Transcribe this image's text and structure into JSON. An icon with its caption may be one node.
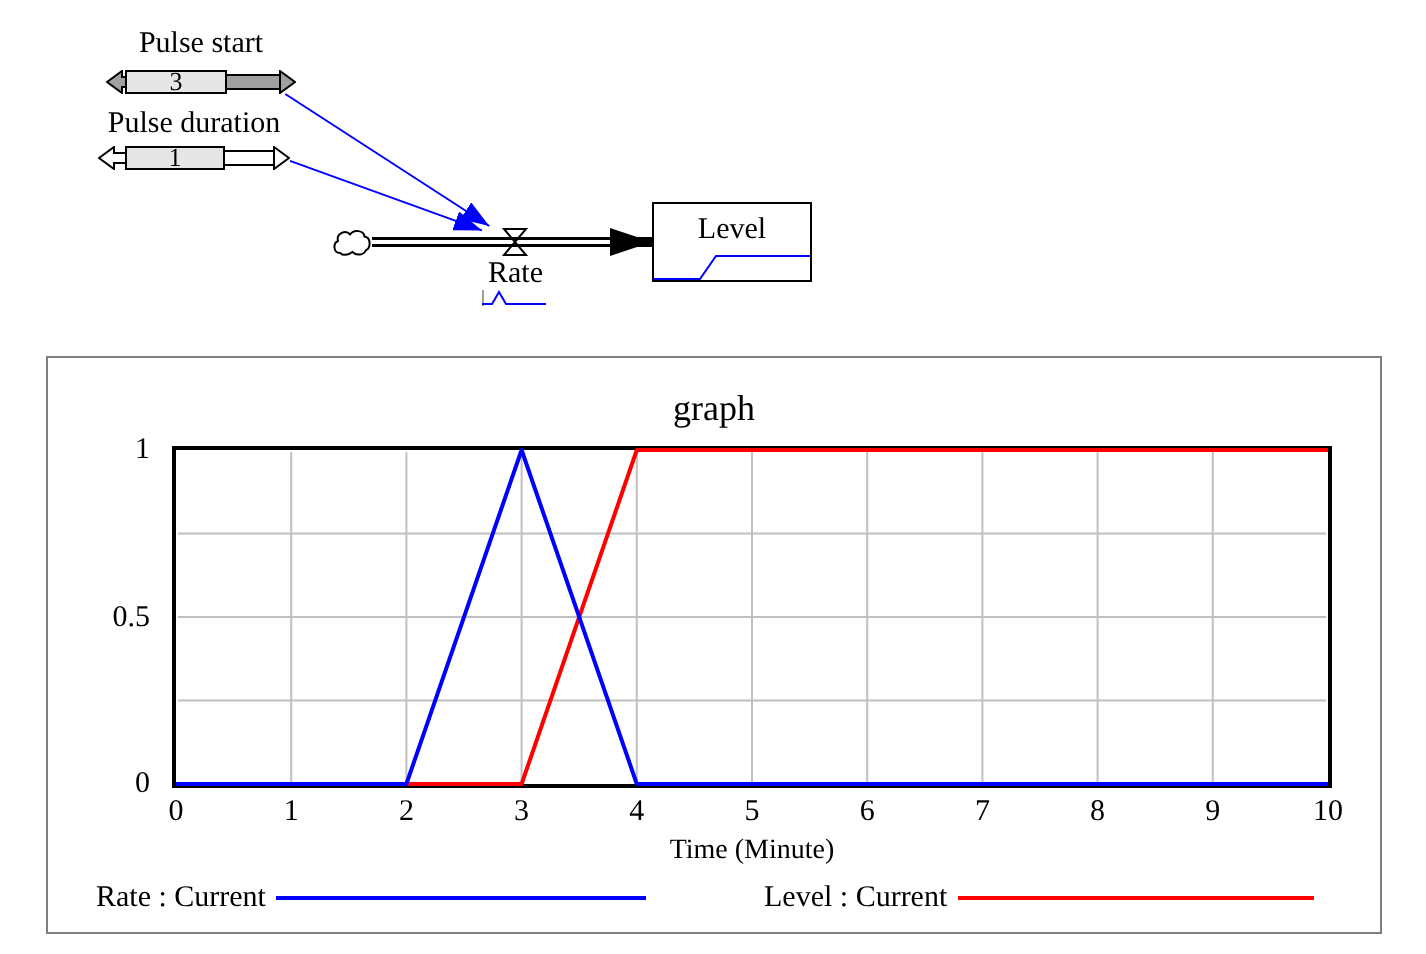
{
  "diagram": {
    "nodes": [
      {
        "text": [
          "Pulse start",
          "3"
        ]
      },
      {
        "text": [
          "Pulse duration",
          "1"
        ]
      },
      {
        "text": [],
        "shape": "cloud"
      },
      {
        "text": [
          "Rate"
        ]
      },
      {
        "text": [
          "Level"
        ]
      }
    ],
    "edges": [
      {
        "from": 0,
        "to": 3,
        "arrow": "to",
        "color": "#0000ff"
      },
      {
        "from": 1,
        "to": 3,
        "arrow": "to",
        "color": "#0000ff"
      },
      {
        "from": 2,
        "to": 3,
        "arrow": "none",
        "style": "thick",
        "color": "#000000"
      },
      {
        "from": 3,
        "to": 4,
        "arrow": "to",
        "style": "thick",
        "color": "#000000"
      }
    ],
    "legend": [
      {
        "text": "Rate : Current"
      },
      {
        "text": "Level : Current"
      }
    ],
    "chart_data": {
      "type": "line",
      "title": "graph",
      "xlabel": "Time (Minute)",
      "x": [
        0,
        1,
        2,
        3,
        4,
        5,
        6,
        7,
        8,
        9,
        10
      ],
      "series": [
        {
          "color": "#0000ff",
          "values": [
            0,
            0,
            0,
            1,
            0,
            0,
            0,
            0,
            0,
            0,
            0
          ]
        },
        {
          "color": "#ff0000",
          "values": [
            0,
            0,
            0,
            0,
            1,
            1,
            1,
            1,
            1,
            1,
            1
          ]
        }
      ],
      "xlim": [
        0,
        10
      ],
      "ylim": [
        0,
        1
      ],
      "xticks": [
        0,
        1,
        2,
        3,
        4,
        5,
        6,
        7,
        8,
        9,
        10
      ],
      "yticks": [
        0,
        0.5,
        1
      ],
      "grid": true
    }
  }
}
